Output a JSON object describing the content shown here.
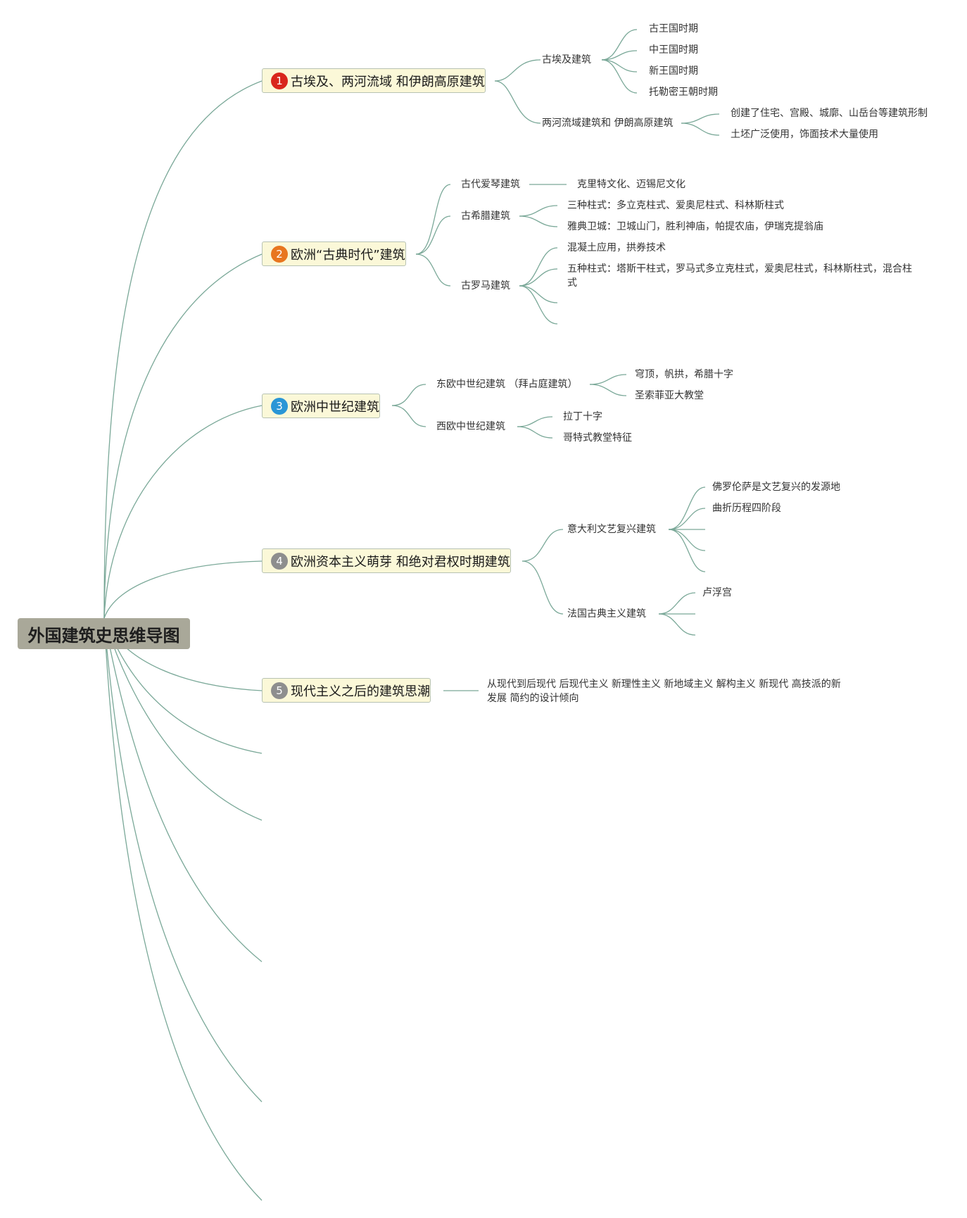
{
  "title": "外国建筑史思维导图",
  "colors": {
    "line": "#7aa898",
    "root_bg": "#a9a899",
    "topic_bg": "#fbf8d8"
  },
  "topics": [
    {
      "num": "1",
      "color": "#d9261c",
      "label": "古埃及、两河流域 和伊朗高原建筑",
      "children": [
        {
          "label": "古埃及建筑",
          "children": [
            "古王国时期",
            "中王国时期",
            "新王国时期",
            "托勒密王朝时期"
          ]
        },
        {
          "label": "两河流域建筑和 伊朗高原建筑",
          "children": [
            "创建了住宅、宫殿、城廓、山岳台等建筑形制",
            "土坯广泛使用，饰面技术大量使用"
          ]
        }
      ]
    },
    {
      "num": "2",
      "color": "#e8761f",
      "label": "欧洲“古典时代”建筑",
      "children": [
        {
          "label": "古代爱琴建筑",
          "children": [
            "克里特文化、迈锡尼文化"
          ]
        },
        {
          "label": "古希腊建筑",
          "children": [
            "三种柱式：多立克柱式、爱奥尼柱式、科林斯柱式",
            "雅典卫城：卫城山门，胜利神庙，帕提农庙，伊瑞克提翁庙"
          ]
        },
        {
          "label": "古罗马建筑",
          "children": [
            "混凝土应用，拱券技术",
            "五种柱式：塔斯干柱式，罗马式多立克柱式，爱奥尼柱式，科林斯柱式，混合柱式"
          ]
        }
      ]
    },
    {
      "num": "3",
      "color": "#2a96d6",
      "label": "欧洲中世纪建筑",
      "children": [
        {
          "label": "东欧中世纪建筑 （拜占庭建筑）",
          "children": [
            "穹顶，帆拱，希腊十字",
            "圣索菲亚大教堂"
          ]
        },
        {
          "label": "西欧中世纪建筑",
          "children": [
            "拉丁十字",
            "哥特式教堂特征"
          ]
        }
      ]
    },
    {
      "num": "4",
      "color": "#8e8e8e",
      "label": "欧洲资本主义萌芽 和绝对君权时期建筑",
      "children": [
        {
          "label": "意大利文艺复兴建筑",
          "children": [
            "佛罗伦萨是文艺复兴的发源地",
            "曲折历程四阶段"
          ]
        },
        {
          "label": "法国古典主义建筑",
          "children": [
            "卢浮宫"
          ]
        }
      ]
    },
    {
      "num": "5",
      "color": "#8e8e8e",
      "label": "现代主义之后的建筑思潮",
      "children": [
        {
          "label": "",
          "children": [
            "从现代到后现代 后现代主义 新理性主义 新地域主义 解构主义 新现代 高技派的新发展 简约的设计倾向"
          ]
        }
      ]
    }
  ]
}
